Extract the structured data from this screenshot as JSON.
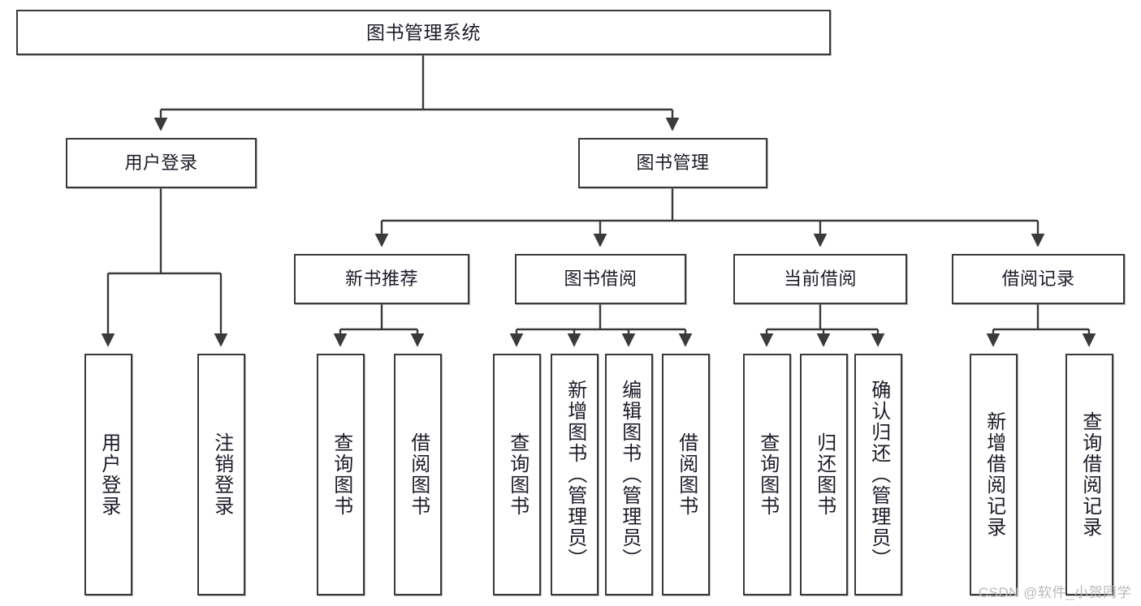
{
  "diagram": {
    "title": "图书管理系统",
    "watermark": "CSDN @软件_小贺同学",
    "colors": {
      "box_border": "#3a3a3a",
      "box_fill": "#ffffff",
      "edge": "#3a3a3a",
      "text": "#1c1c28",
      "watermark": "#b9b9b9"
    },
    "root": {
      "label": "图书管理系统"
    },
    "level2": [
      {
        "label": "用户登录"
      },
      {
        "label": "图书管理"
      }
    ],
    "level3": [
      {
        "label": "新书推荐"
      },
      {
        "label": "图书借阅"
      },
      {
        "label": "当前借阅"
      },
      {
        "label": "借阅记录"
      }
    ],
    "leaves": {
      "user_login": [
        {
          "label": "用户登录"
        },
        {
          "label": "注销登录"
        }
      ],
      "new_book_recommend": [
        {
          "label": "查询图书"
        },
        {
          "label": "借阅图书"
        }
      ],
      "book_borrow": [
        {
          "label": "查询图书"
        },
        {
          "label": "新增图书（管理员）"
        },
        {
          "label": "编辑图书（管理员）"
        },
        {
          "label": "借阅图书"
        }
      ],
      "current_borrow": [
        {
          "label": "查询图书"
        },
        {
          "label": "归还图书"
        },
        {
          "label": "确认归还（管理员）"
        }
      ],
      "borrow_record": [
        {
          "label": "新增借阅记录"
        },
        {
          "label": "查询借阅记录"
        }
      ]
    }
  }
}
